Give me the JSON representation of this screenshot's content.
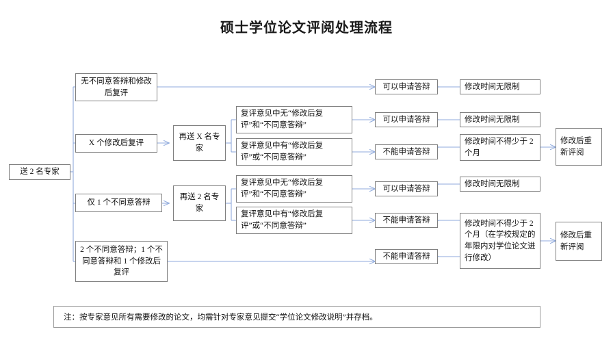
{
  "document": {
    "title": "硕士学位论文评阅处理流程"
  },
  "nodes": {
    "start": "送 2 名专家",
    "branch_none": "无不同意答辩和修改后复评",
    "branch_x_revise": "X 个修改后复评",
    "branch_one_reject": "仅 1 个不同意答辩",
    "branch_two_reject": "2 个不同意答辩；1 个不同意答辩和 1 个修改后复评",
    "resend_x": "再送 X 名专家",
    "resend_2": "再送 2 名专家",
    "review_no_x": "复评意见中无“修改后复评”和“不同意答辩”",
    "review_yes_x": "复评意见中有“修改后复评”或“不同意答辩”",
    "review_no_2": "复评意见中无“修改后复评”和“不同意答辩”",
    "review_yes_2": "复评意见中有“修改后复评”或“不同意答辩”",
    "result_ok_1": "可以申请答辩",
    "result_ok_2": "可以申请答辩",
    "result_no_1": "不能申请答辩",
    "result_ok_3": "可以申请答辩",
    "result_no_2": "不能申请答辩",
    "result_no_3": "不能申请答辩",
    "time_unlimited_1": "修改时间无限制",
    "time_unlimited_2": "修改时间无限制",
    "time_min_2m_1": "修改时间不得少于 2 个月",
    "time_unlimited_3": "修改时间无限制",
    "time_min_2m_2": "修改时间不得少于 2 个月（在学校规定的年限内对学位论文进行修改）",
    "rereview_1": "修改后重新评阅",
    "rereview_2": "修改后重新评阅"
  },
  "footer": {
    "note": "注：按专家意见所有需要修改的论文，均需针对专家意见提交“学位论文修改说明”并存档。"
  },
  "style": {
    "connector_color": "#8faadc",
    "border_color": "#7f7f7f",
    "text_color": "#111111",
    "background": "#ffffff"
  }
}
